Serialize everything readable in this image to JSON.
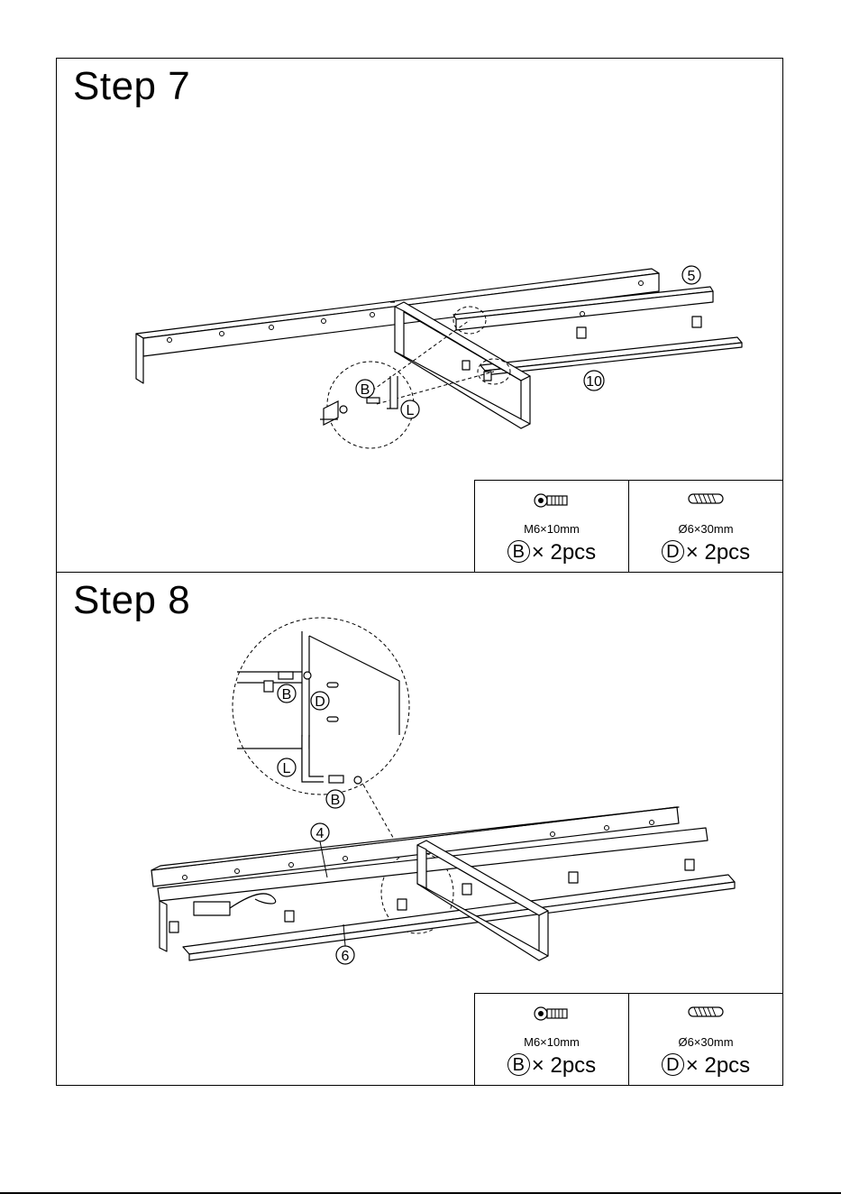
{
  "steps": [
    {
      "title": "Step 7",
      "callouts": {
        "part_a": "5",
        "part_b": "10",
        "screw": "B",
        "wrench": "L"
      },
      "hardware": [
        {
          "letter": "B",
          "size": "M6×10mm",
          "qty": "× 2pcs",
          "icon": "screw-icon"
        },
        {
          "letter": "D",
          "size": "Ø6×30mm",
          "qty": "× 2pcs",
          "icon": "dowel-icon"
        }
      ]
    },
    {
      "title": "Step 8",
      "callouts": {
        "screw_top": "B",
        "dowel": "D",
        "wrench": "L",
        "screw_bottom": "B",
        "part_a": "4",
        "part_b": "6"
      },
      "hardware": [
        {
          "letter": "B",
          "size": "M6×10mm",
          "qty": "× 2pcs",
          "icon": "screw-icon"
        },
        {
          "letter": "D",
          "size": "Ø6×30mm",
          "qty": "× 2pcs",
          "icon": "dowel-icon"
        }
      ]
    }
  ]
}
